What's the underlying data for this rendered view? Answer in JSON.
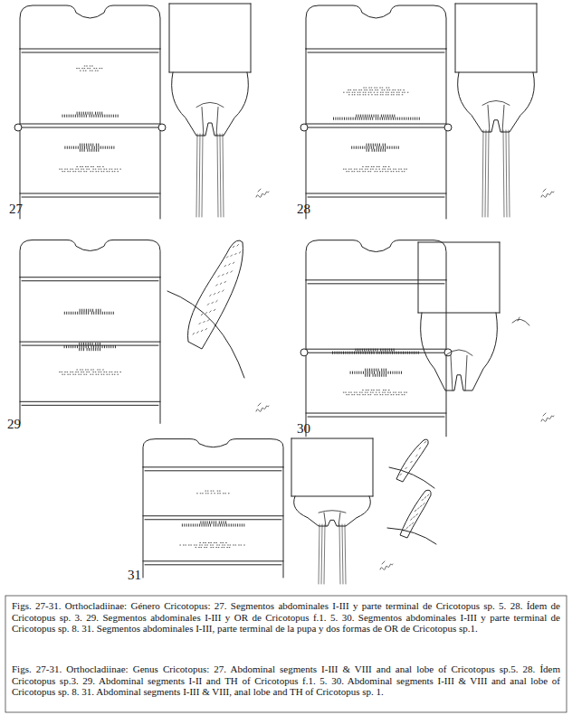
{
  "diagram": {
    "caption": "Figs. 27-31. Orthocladiinae: Género Cricotopus: 27. Segmentos abdominales I-III y parte terminal de Cricotopus sp. 5. 28. Ídem de Cricotopus sp. 3. 29. Segmentos abdominales I-III y OR de Cricotopus f.1. 5. 30. Segmentos abdominales I-III y parte terminal de Cricotopus sp. 8. 31. Segmentos abdominales I-III, parte terminal de la pupa y dos formas de OR de Cricotopus sp.1.",
    "labels": [
      "27",
      "28",
      "29",
      "30",
      "31",
      "Figs. 27-31. Orthocladiinae: Genus Cricotopus: 27. Abdominal segments I-III & VIII and anal lobe of Cricotopus sp.5. 28. Ídem Cricotopus sp.3. 29. Abdominal segments I-II and TH of Cricotopus f.1. 5. 30. Abdominal segments I-III & VIII and anal lobe of Cricotopus sp. 8. 31. Abdominal segments I-III & VIII, anal lobe and TH of Cricotopus sp. 1."
    ]
  }
}
